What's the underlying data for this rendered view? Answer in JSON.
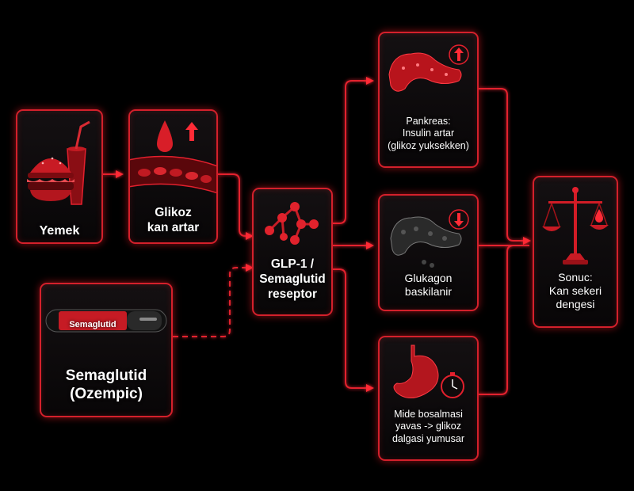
{
  "nodes": {
    "food": {
      "lines": [
        "Yemek"
      ]
    },
    "glucose": {
      "lines": [
        "Glikoz",
        "kan artar"
      ]
    },
    "drug": {
      "pen_text": "Semaglutid",
      "lines": [
        "Semaglutid",
        "(Ozempic)"
      ]
    },
    "receptor": {
      "lines": [
        "GLP-1 /",
        "Semaglutid",
        "reseptor"
      ]
    },
    "pancreas": {
      "lines": [
        "Pankreas:",
        "Insulin artar",
        "(glikoz yuksekken)"
      ]
    },
    "glucagon": {
      "lines": [
        "Glukagon",
        "baskilanir"
      ]
    },
    "stomach": {
      "lines": [
        "Mide bosalmasi",
        "yavas -> glikoz",
        "dalgasi yumusar"
      ]
    },
    "result": {
      "lines": [
        "Sonuc:",
        "Kan sekeri",
        "dengesi"
      ]
    }
  },
  "colors": {
    "accent": "#e3202d",
    "border": "#d4202b",
    "background": "#000000",
    "text": "#ffffff"
  },
  "icons": {
    "food": "burger-and-drink-icon",
    "glucose": "blood-drop-and-vessel-icon",
    "drug": "injection-pen-icon",
    "receptor": "molecule-icon",
    "pancreas": "pancreas-icon",
    "glucagon": "dark-pancreas-icon",
    "stomach": "stomach-and-stopwatch-icon",
    "result": "balance-scale-icon"
  }
}
